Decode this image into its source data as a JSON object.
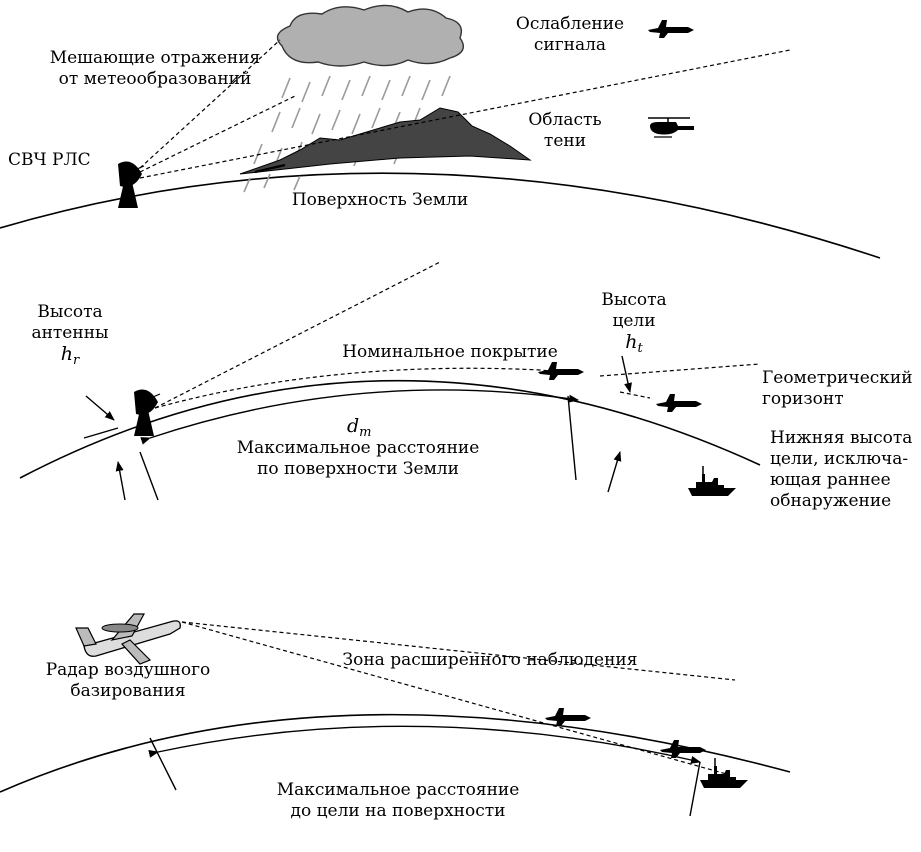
{
  "panel1": {
    "clutter_line1": "Мешающие отражения",
    "clutter_line2": "от метеообразований",
    "radar_label": "СВЧ РЛС",
    "attenuation_line1": "Ослабление",
    "attenuation_line2": "сигнала",
    "shadow_line1": "Область",
    "shadow_line2": "тени",
    "surface_label": "Поверхность Земли"
  },
  "panel2": {
    "antenna_height_line1": "Высота",
    "antenna_height_line2": "антенны",
    "antenna_height_symbol": "h",
    "antenna_height_subscript": "r",
    "nominal_coverage": "Номинальное покрытие",
    "target_height_line1": "Высота",
    "target_height_line2": "цели",
    "target_height_symbol": "h",
    "target_height_subscript": "t",
    "horizon_line1": "Геометрический",
    "horizon_line2": "горизонт",
    "distance_symbol": "d",
    "distance_subscript": "m",
    "max_distance_line1": "Максимальное расстояние",
    "max_distance_line2": "по поверхности Земли",
    "low_target_line1": "Нижняя высота",
    "low_target_line2": "цели, исключа-",
    "low_target_line3": "ющая раннее",
    "low_target_line4": "обнаружение"
  },
  "panel3": {
    "airborne_line1": "Радар воздушного",
    "airborne_line2": "базирования",
    "extended_zone": "Зона расширенного наблюдения",
    "max_target_line1": "Максимальное расстояние",
    "max_target_line2": "до цели на поверхности"
  },
  "icons": [
    "cloud-icon",
    "rain-icon",
    "radar-dish-icon",
    "fighter-jet-icon",
    "helicopter-icon",
    "mountain-icon",
    "ship-icon",
    "airborne-radar-plane-icon"
  ]
}
